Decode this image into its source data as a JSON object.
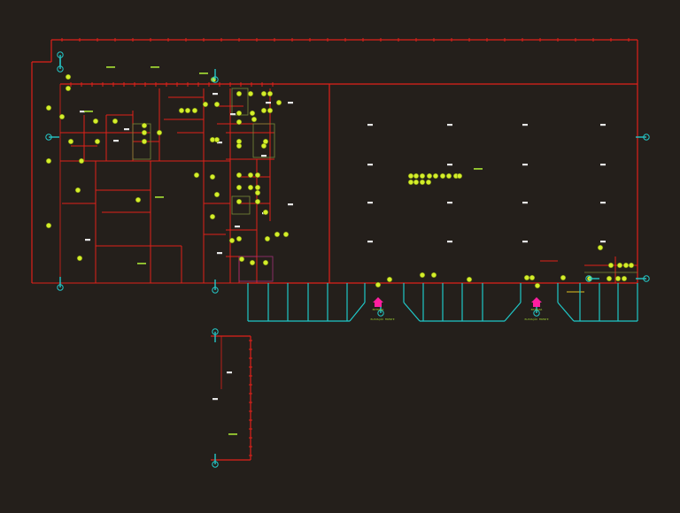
{
  "drawing": {
    "background": "#241f1b",
    "colors": {
      "wall": "#e0201a",
      "wall_dim": "#b01812",
      "fixture": "#d4ee2a",
      "fixture_stroke": "#6a7a10",
      "parking": "#1fc8c8",
      "grid": "#24c8c8",
      "entry": "#ff1fa0",
      "label": "#9acd32",
      "tag": "#e6e6e6",
      "partition": "#7a8a3a",
      "magenta_line": "#a0307a"
    },
    "entries": [
      {
        "label": "ENTRADA",
        "sub": "ELEVAÇÃO FRENTE"
      },
      {
        "label": "ENTRADA",
        "sub": "ELEVAÇÃO FRENTE"
      }
    ]
  }
}
